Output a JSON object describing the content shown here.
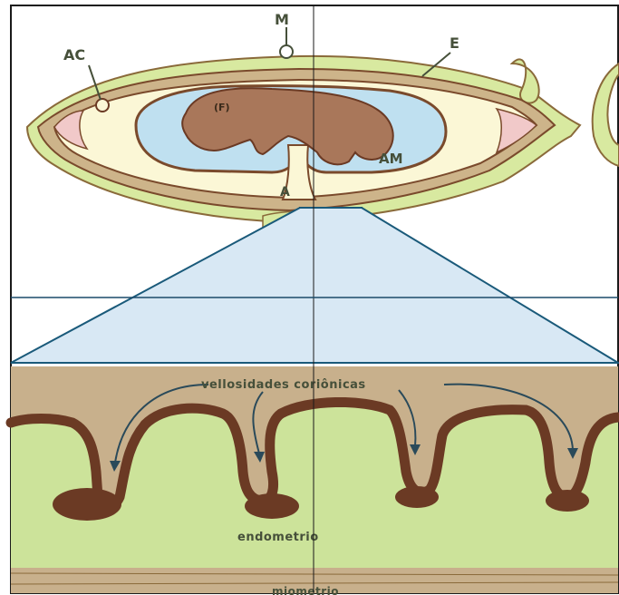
{
  "diagram": {
    "labels": {
      "m": "M",
      "e": "E",
      "ac": "AC",
      "am": "AM",
      "a": "A",
      "fetus_mark": "(F)",
      "vellosidades": "vellosidades coriônicas",
      "endometrio": "endometrio",
      "miometrio": "miometrio"
    },
    "colors": {
      "chorion_outer": "#d8e9a0",
      "chorion_tan": "#cdb48a",
      "brown_outline": "#7a4a2c",
      "cream": "#fbf7d6",
      "amnion_blue": "#bfe0f0",
      "embryo": "#a9775a",
      "pink": "#f1c9c9",
      "zoom_blue": "#d8e8f4",
      "tan_band": "#c8b08c",
      "endometrium_green": "#cce39a",
      "villus_brown": "#6b3a24",
      "label_text": "#46503a",
      "grid_line": "#1a1a1a"
    }
  }
}
